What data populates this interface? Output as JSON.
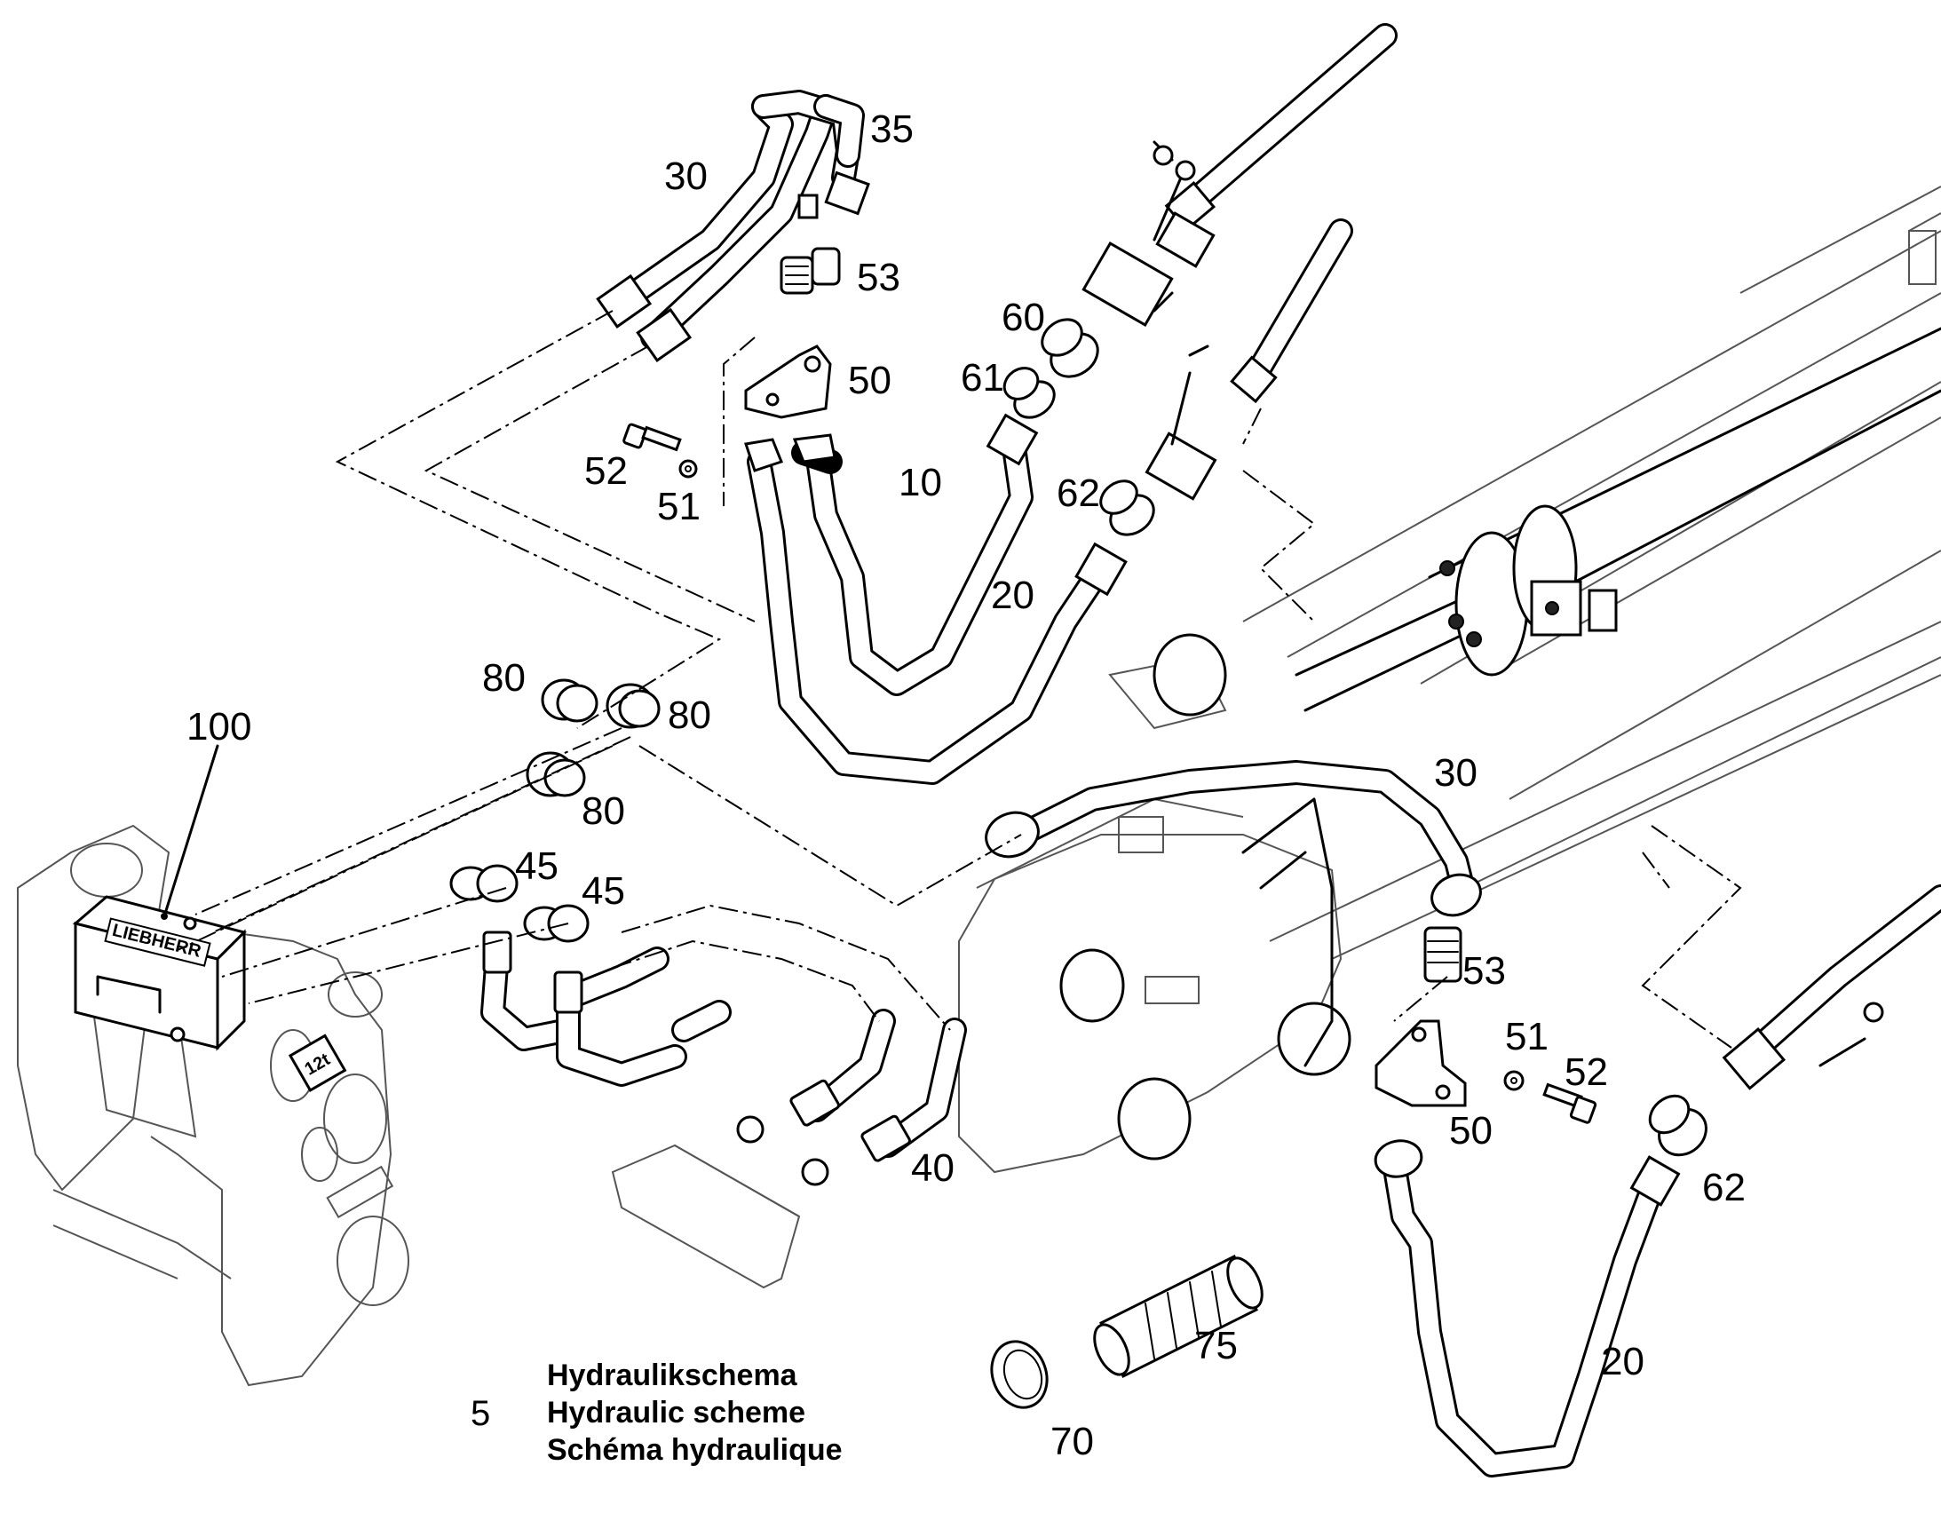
{
  "caption": {
    "number": "5",
    "line_de": "Hydraulikschema",
    "line_en": "Hydraulic scheme",
    "line_fr": "Schéma hydraulique"
  },
  "callouts": [
    {
      "id": "c35",
      "text": "35"
    },
    {
      "id": "c30a",
      "text": "30"
    },
    {
      "id": "c53a",
      "text": "53"
    },
    {
      "id": "c60",
      "text": "60"
    },
    {
      "id": "c50a",
      "text": "50"
    },
    {
      "id": "c61",
      "text": "61"
    },
    {
      "id": "c52a",
      "text": "52"
    },
    {
      "id": "c51a",
      "text": "51"
    },
    {
      "id": "c10",
      "text": "10"
    },
    {
      "id": "c62a",
      "text": "62"
    },
    {
      "id": "c20a",
      "text": "20"
    },
    {
      "id": "c80a",
      "text": "80"
    },
    {
      "id": "c80b",
      "text": "80"
    },
    {
      "id": "c100",
      "text": "100"
    },
    {
      "id": "c80c",
      "text": "80"
    },
    {
      "id": "c30b",
      "text": "30"
    },
    {
      "id": "c45a",
      "text": "45"
    },
    {
      "id": "c45b",
      "text": "45"
    },
    {
      "id": "c53b",
      "text": "53"
    },
    {
      "id": "c51b",
      "text": "51"
    },
    {
      "id": "c52b",
      "text": "52"
    },
    {
      "id": "c40",
      "text": "40"
    },
    {
      "id": "c50b",
      "text": "50"
    },
    {
      "id": "c62b",
      "text": "62"
    },
    {
      "id": "c75",
      "text": "75"
    },
    {
      "id": "c20b",
      "text": "20"
    },
    {
      "id": "c70",
      "text": "70"
    }
  ],
  "logo_text": "LIEBHERR",
  "plate_text": "12t"
}
